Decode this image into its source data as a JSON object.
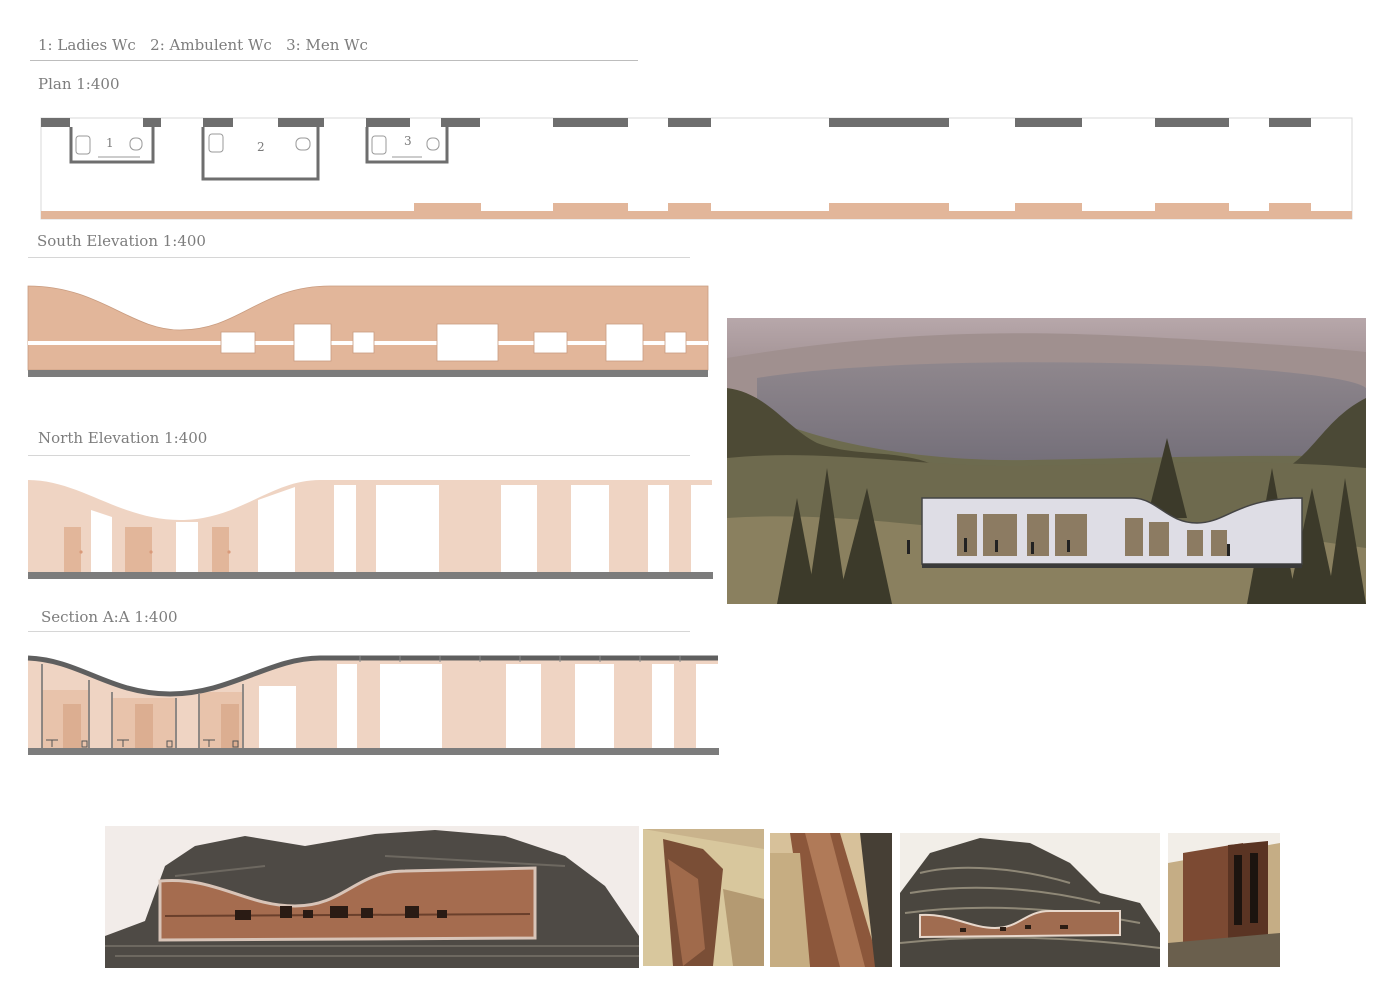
{
  "legend": {
    "items": [
      "1: Ladies Wc",
      "2: Ambulent Wc",
      "3: Men Wc"
    ]
  },
  "drawings": {
    "plan": {
      "title": "Plan 1:400",
      "room_numbers": [
        "1",
        "2",
        "3"
      ]
    },
    "south_elevation": {
      "title": "South Elevation 1:400"
    },
    "north_elevation": {
      "title": "North Elevation 1:400"
    },
    "section": {
      "title": "Section A:A 1:400"
    }
  },
  "colors": {
    "facade_tan": "#e2b69a",
    "facade_light": "#efd4c3",
    "wall_grey": "#6d6d6d",
    "ground_grey": "#7c7c7c"
  },
  "photos": {
    "render": {
      "alt": "perspective render over lake"
    },
    "models": [
      "model front view",
      "model detail 1",
      "model detail 2",
      "model aerial view",
      "model end view"
    ]
  }
}
